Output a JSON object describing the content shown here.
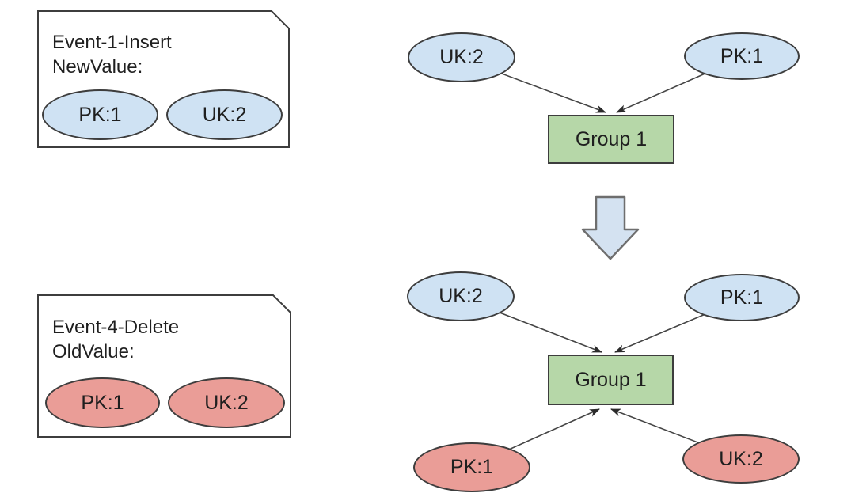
{
  "colors": {
    "node_blue": "#cfe2f3",
    "node_red": "#ea9d97",
    "group_green": "#b6d7a8",
    "shape_border": "#3d3d3d",
    "connector": "#454545",
    "text": "#1f1f1f",
    "arrow_fill": "#d4e2f1",
    "arrow_border": "#6e6e6e",
    "note_bg": "#ffffff"
  },
  "icons": {
    "down_arrow": "⬇"
  },
  "notes": [
    {
      "line1": "Event-1-Insert",
      "line2": "NewValue:",
      "items": [
        {
          "label": "PK:1",
          "type": "blue"
        },
        {
          "label": "UK:2",
          "type": "blue"
        }
      ]
    },
    {
      "line1": "Event-4-Delete",
      "line2": "OldValue:",
      "items": [
        {
          "label": "PK:1",
          "type": "red"
        },
        {
          "label": "UK:2",
          "type": "red"
        }
      ]
    }
  ],
  "graphs": [
    {
      "group": "Group 1",
      "nodes": [
        {
          "label": "UK:2",
          "type": "blue"
        },
        {
          "label": "PK:1",
          "type": "blue"
        }
      ]
    },
    {
      "group": "Group 1",
      "nodes": [
        {
          "label": "UK:2",
          "type": "blue"
        },
        {
          "label": "PK:1",
          "type": "blue"
        },
        {
          "label": "PK:1",
          "type": "red"
        },
        {
          "label": "UK:2",
          "type": "red"
        }
      ]
    }
  ]
}
